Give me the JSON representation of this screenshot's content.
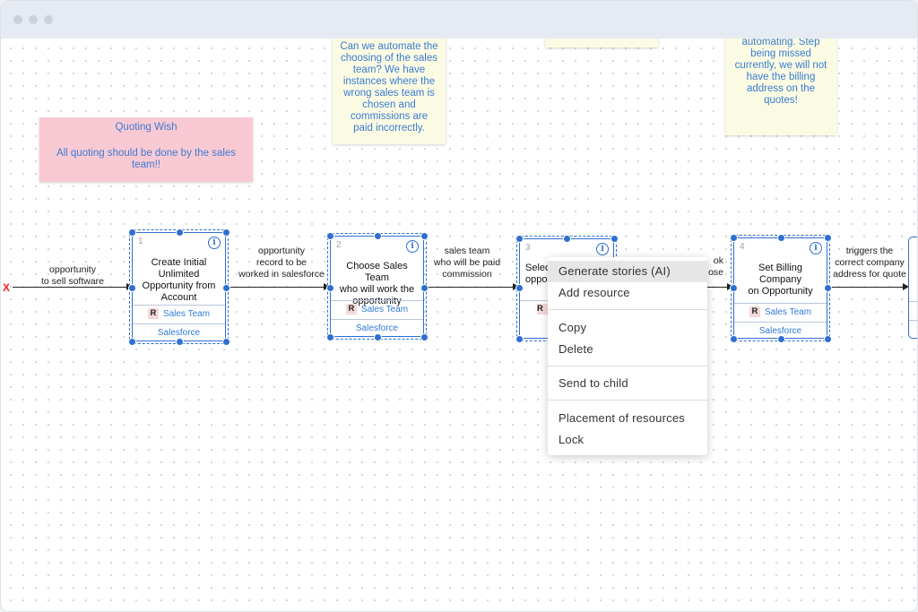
{
  "sticky_notes": {
    "quoting": {
      "title": "Quoting Wish",
      "body": "All quoting should be done by the sales team!!"
    },
    "automate": {
      "lines": [
        "Can we automate the",
        "choosing of the sales",
        "team? We have",
        "instances where the",
        "wrong sales team is",
        "chosen and",
        "commissions are",
        "paid incorrectly."
      ]
    },
    "billing": {
      "lines": [
        "automating. Step",
        "being missed",
        "currently, we will not",
        "have the billing",
        "address on the",
        "quotes!"
      ]
    }
  },
  "start_marker": "X",
  "connector_labels": {
    "c0": [
      "opportunity",
      "to sell software"
    ],
    "c1": [
      "opportunity",
      "record to be",
      "worked in salesforce"
    ],
    "c2": [
      "sales team",
      "who will be paid",
      "commission"
    ],
    "c3": [
      "ok",
      "ose"
    ],
    "c4": [
      "triggers the",
      "correct company",
      "address for quote"
    ]
  },
  "steps": [
    {
      "number": "1",
      "title_lines": [
        "Create Initial",
        "Unlimited",
        "Opportunity from",
        "Account"
      ],
      "resource": "Sales Team",
      "system": "Salesforce",
      "badge": "R"
    },
    {
      "number": "2",
      "title_lines": [
        "Choose Sales Team",
        "who will work the",
        "opportunity"
      ],
      "resource": "Sales Team",
      "system": "Salesforce",
      "badge": "R"
    },
    {
      "number": "3",
      "title_lines": [
        "Selec",
        "oppo"
      ],
      "badge": "R"
    },
    {
      "number": "4",
      "title_lines": [
        "Set Billing Company",
        "on Opportunity"
      ],
      "resource": "Sales Team",
      "system": "Salesforce",
      "badge": "R"
    }
  ],
  "info_glyph": "i",
  "context_menu": {
    "items": [
      "Generate stories (AI)",
      "Add resource",
      "Copy",
      "Delete",
      "Send to child",
      "Placement of resources",
      "Lock"
    ],
    "highlighted": "Generate stories (AI)"
  },
  "colors": {
    "accent": "#2f6fd1",
    "sticky_yellow": "#fbfbe3",
    "sticky_pink": "#f9c9d3",
    "note_text": "#3b7bd3"
  }
}
